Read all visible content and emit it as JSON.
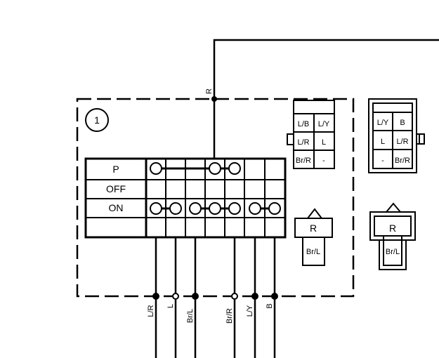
{
  "component_number": "1",
  "switch_positions": [
    "P",
    "OFF",
    "ON"
  ],
  "top_wire_label": "R",
  "bottom_wires": [
    "L/R",
    "L",
    "Br/L",
    "Br/R",
    "L/Y",
    "B"
  ],
  "connector_6pin_left": [
    [
      "L/B",
      "L/Y"
    ],
    [
      "L/R",
      "L"
    ],
    [
      "Br/R",
      "-"
    ]
  ],
  "connector_6pin_right": [
    [
      "L/Y",
      "B"
    ],
    [
      "L",
      "L/R"
    ],
    [
      "-",
      "Br/R"
    ]
  ],
  "connector_2pin_left": [
    "R",
    "Br/L"
  ],
  "connector_2pin_right": [
    "R",
    "Br/L"
  ]
}
